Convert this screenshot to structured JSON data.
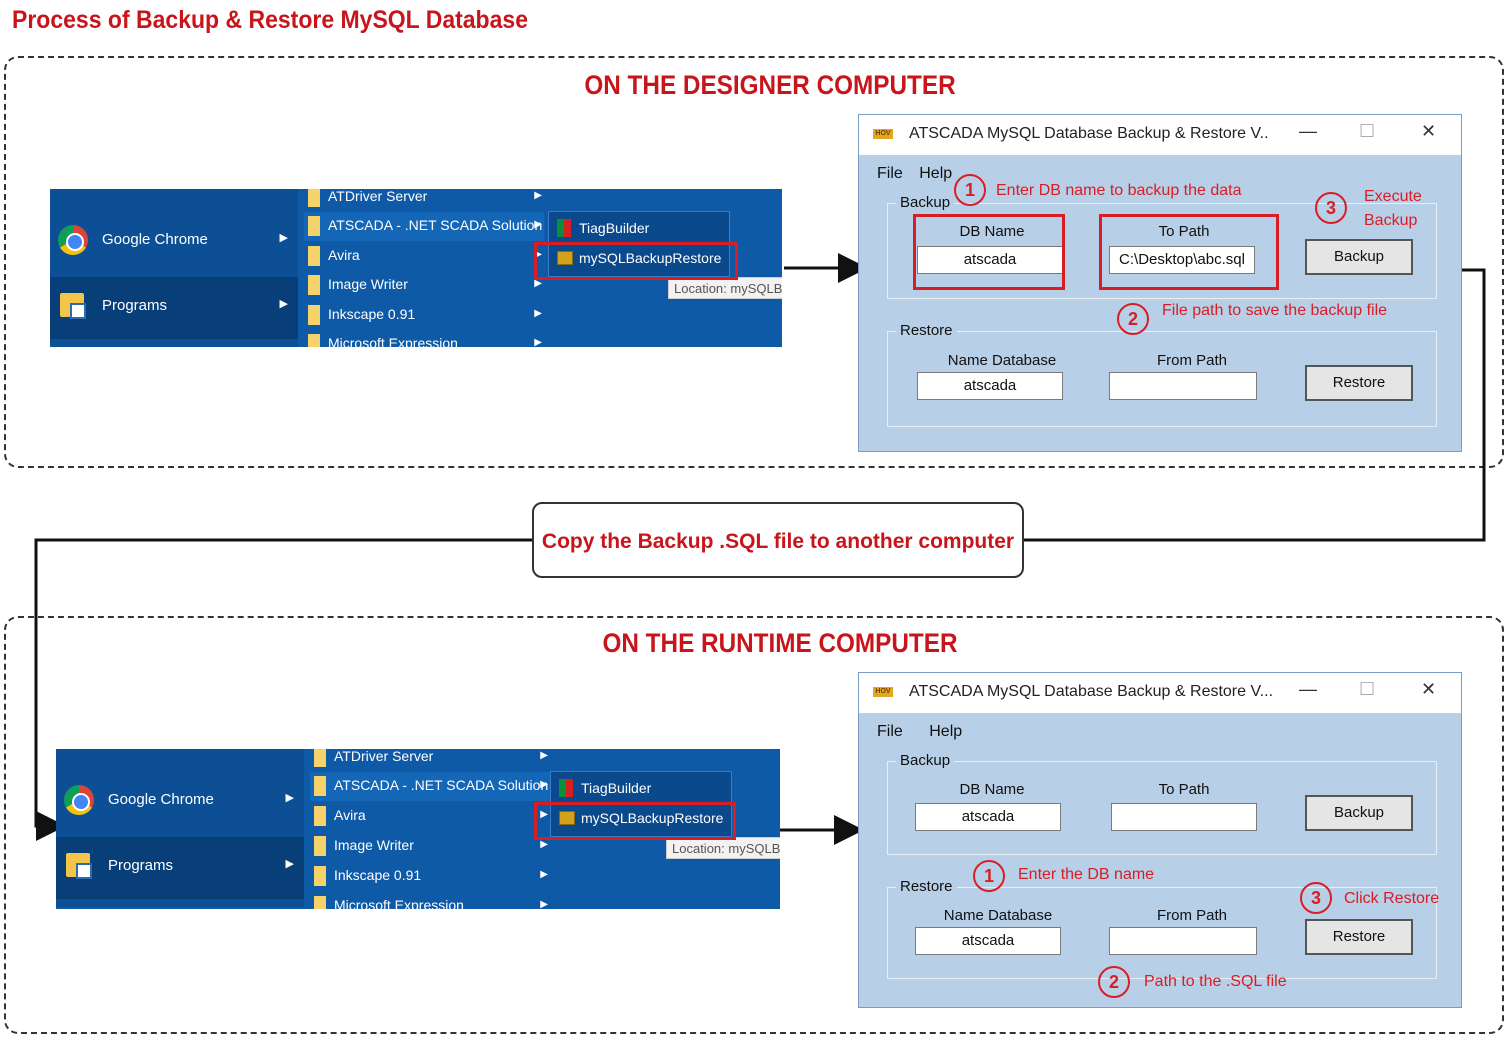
{
  "title": "Process of Backup &  Restore MySQL  Database",
  "sections": {
    "designer": "ON THE DESIGNER COMPUTER",
    "runtime": "ON THE RUNTIME COMPUTER"
  },
  "copy_step": "Copy the Backup .SQL file to another computer",
  "start_menu": {
    "left_items": [
      "Google Chrome",
      "Programs"
    ],
    "program_items": [
      "ATDriver Server",
      "ATSCADA - .NET SCADA Solution",
      "Avira",
      "Image Writer",
      "Inkscape 0.91",
      "Microsoft Expression"
    ],
    "sub_items": [
      "TiagBuilder",
      "mySQLBackupRestore"
    ],
    "tooltip": "Location: mySQLB"
  },
  "dialog": {
    "app_icon": "HOV",
    "title_top": "ATSCADA MySQL Database Backup & Restore V..",
    "title_bottom": "ATSCADA MySQL Database Backup & Restore V...",
    "controls": [
      "—",
      "☐",
      "✕"
    ],
    "menu": [
      "File",
      "Help"
    ],
    "backup_group": "Backup",
    "restore_group": "Restore",
    "db_name_label": "DB Name",
    "to_path_label": "To Path",
    "name_database_label": "Name Database",
    "from_path_label": "From Path",
    "backup_button": "Backup",
    "restore_button": "Restore",
    "top": {
      "db_name": "atscada",
      "to_path": "C:\\Desktop\\abc.sql",
      "name_database": "atscada",
      "from_path": ""
    },
    "bottom": {
      "db_name": "atscada",
      "to_path": "",
      "name_database": "atscada",
      "from_path": ""
    }
  },
  "annotations_top": {
    "n1": "1",
    "t1": "Enter DB name to backup the data",
    "n2": "2",
    "t2": "File path to save the backup file",
    "n3": "3",
    "t3a": "Execute",
    "t3b": "Backup"
  },
  "annotations_bottom": {
    "n1": "1",
    "t1": "Enter the DB name",
    "n2": "2",
    "t2": "Path to the .SQL file",
    "n3": "3",
    "t3": "Click Restore"
  },
  "colors": {
    "accent_red": "#c8151b",
    "menu_blue": "#0e5aa7",
    "dialog_bg": "#b8cfe8"
  }
}
